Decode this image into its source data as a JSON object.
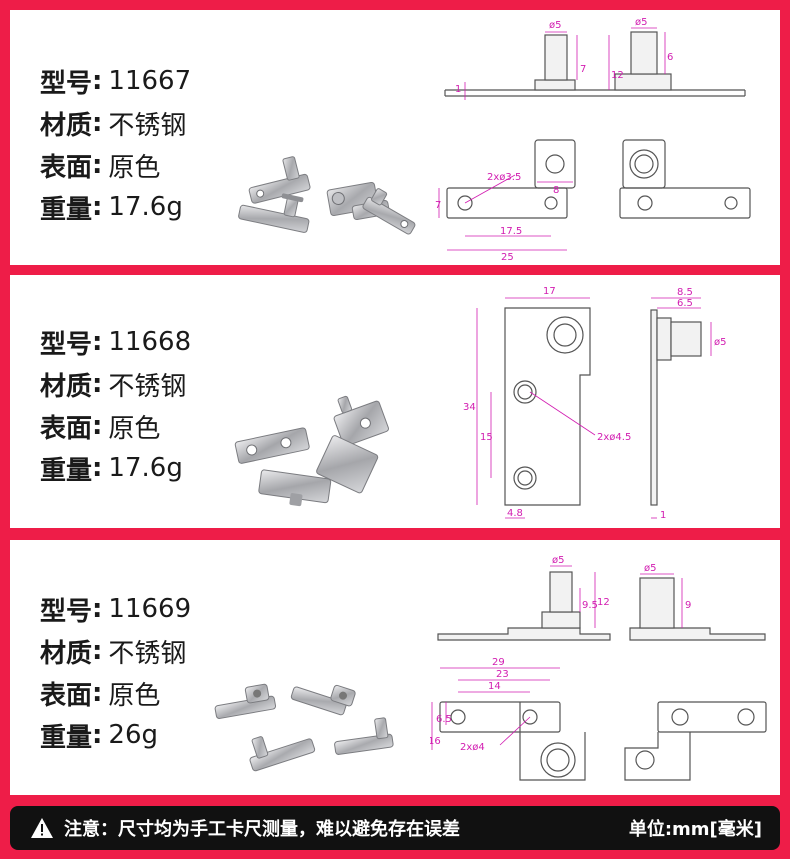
{
  "products": [
    {
      "model_label": "型号",
      "model_value": "11667",
      "material_label": "材质",
      "material_value": "不锈钢",
      "surface_label": "表面",
      "surface_value": "原色",
      "weight_label": "重量",
      "weight_value": "17.6g",
      "dims": {
        "d5_a": "ø5",
        "h7": "7",
        "h12": "12",
        "t1": "1",
        "d5_b": "ø5",
        "h6": "6",
        "holes": "2xø3.5",
        "w8": "8",
        "h7b": "7",
        "l175": "17.5",
        "l25": "25"
      }
    },
    {
      "model_label": "型号",
      "model_value": "11668",
      "material_label": "材质",
      "material_value": "不锈钢",
      "surface_label": "表面",
      "surface_value": "原色",
      "weight_label": "重量",
      "weight_value": "17.6g",
      "dims": {
        "w17": "17",
        "h34": "34",
        "h15": "15",
        "holes": "2xø4.5",
        "w48": "4.8",
        "w85": "8.5",
        "w65": "6.5",
        "d5": "ø5",
        "t1": "1"
      }
    },
    {
      "model_label": "型号",
      "model_value": "11669",
      "material_label": "材质",
      "material_value": "不锈钢",
      "surface_label": "表面",
      "surface_value": "原色",
      "weight_label": "重量",
      "weight_value": "26g",
      "dims": {
        "d5_a": "ø5",
        "h95": "9.5",
        "h12": "12",
        "d5_b": "ø5",
        "h9": "9",
        "l29": "29",
        "l23": "23",
        "l14": "14",
        "h65": "6.5",
        "h16": "16",
        "holes": "2xø4"
      }
    }
  ],
  "footer": {
    "note": "注意：尺寸均为手工卡尺测量，难以避免存在误差",
    "unit": "单位:mm[毫米]",
    "warning_icon": "warning-triangle-icon"
  },
  "colors": {
    "background": "#ee1d48",
    "dimension": "#d21db1",
    "footer": "#111111"
  }
}
